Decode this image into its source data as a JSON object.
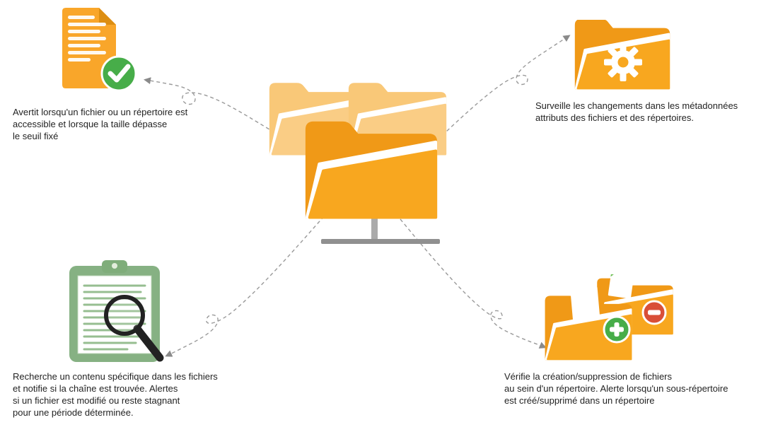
{
  "palette": {
    "folder_orange": "#F8A71F",
    "folder_orange_dark": "#F09917",
    "folder_light": "#FACD85",
    "stand_gray": "#909090",
    "connector_gray": "#8A8A8A",
    "success_green": "#47AD49",
    "danger_red": "#D94F38",
    "clipboard_green": "#86B183",
    "text_color": "#232323"
  },
  "center": {
    "icon": "network-folders-icon"
  },
  "features": {
    "top_left": {
      "icon": "document-check-icon",
      "text": "Avertit lorsqu'un fichier ou un répertoire est\naccessible et lorsque la taille dépasse\nle seuil fixé"
    },
    "top_right": {
      "icon": "folder-gear-icon",
      "text": "Surveille les changements dans les métadonnées\nattributs des fichiers et des répertoires."
    },
    "bottom_left": {
      "icon": "clipboard-search-icon",
      "text": "Recherche un contenu spécifique dans les fichiers\net notifie si la chaîne est trouvée. Alertes\nsi un fichier est modifié ou reste stagnant\npour une période déterminée."
    },
    "bottom_right": {
      "icon": "folders-add-remove-icon",
      "text": "Vérifie la création/suppression de fichiers\nau sein d'un répertoire. Alerte lorsqu'un sous-répertoire\nest créé/supprimé dans un répertoire"
    }
  }
}
